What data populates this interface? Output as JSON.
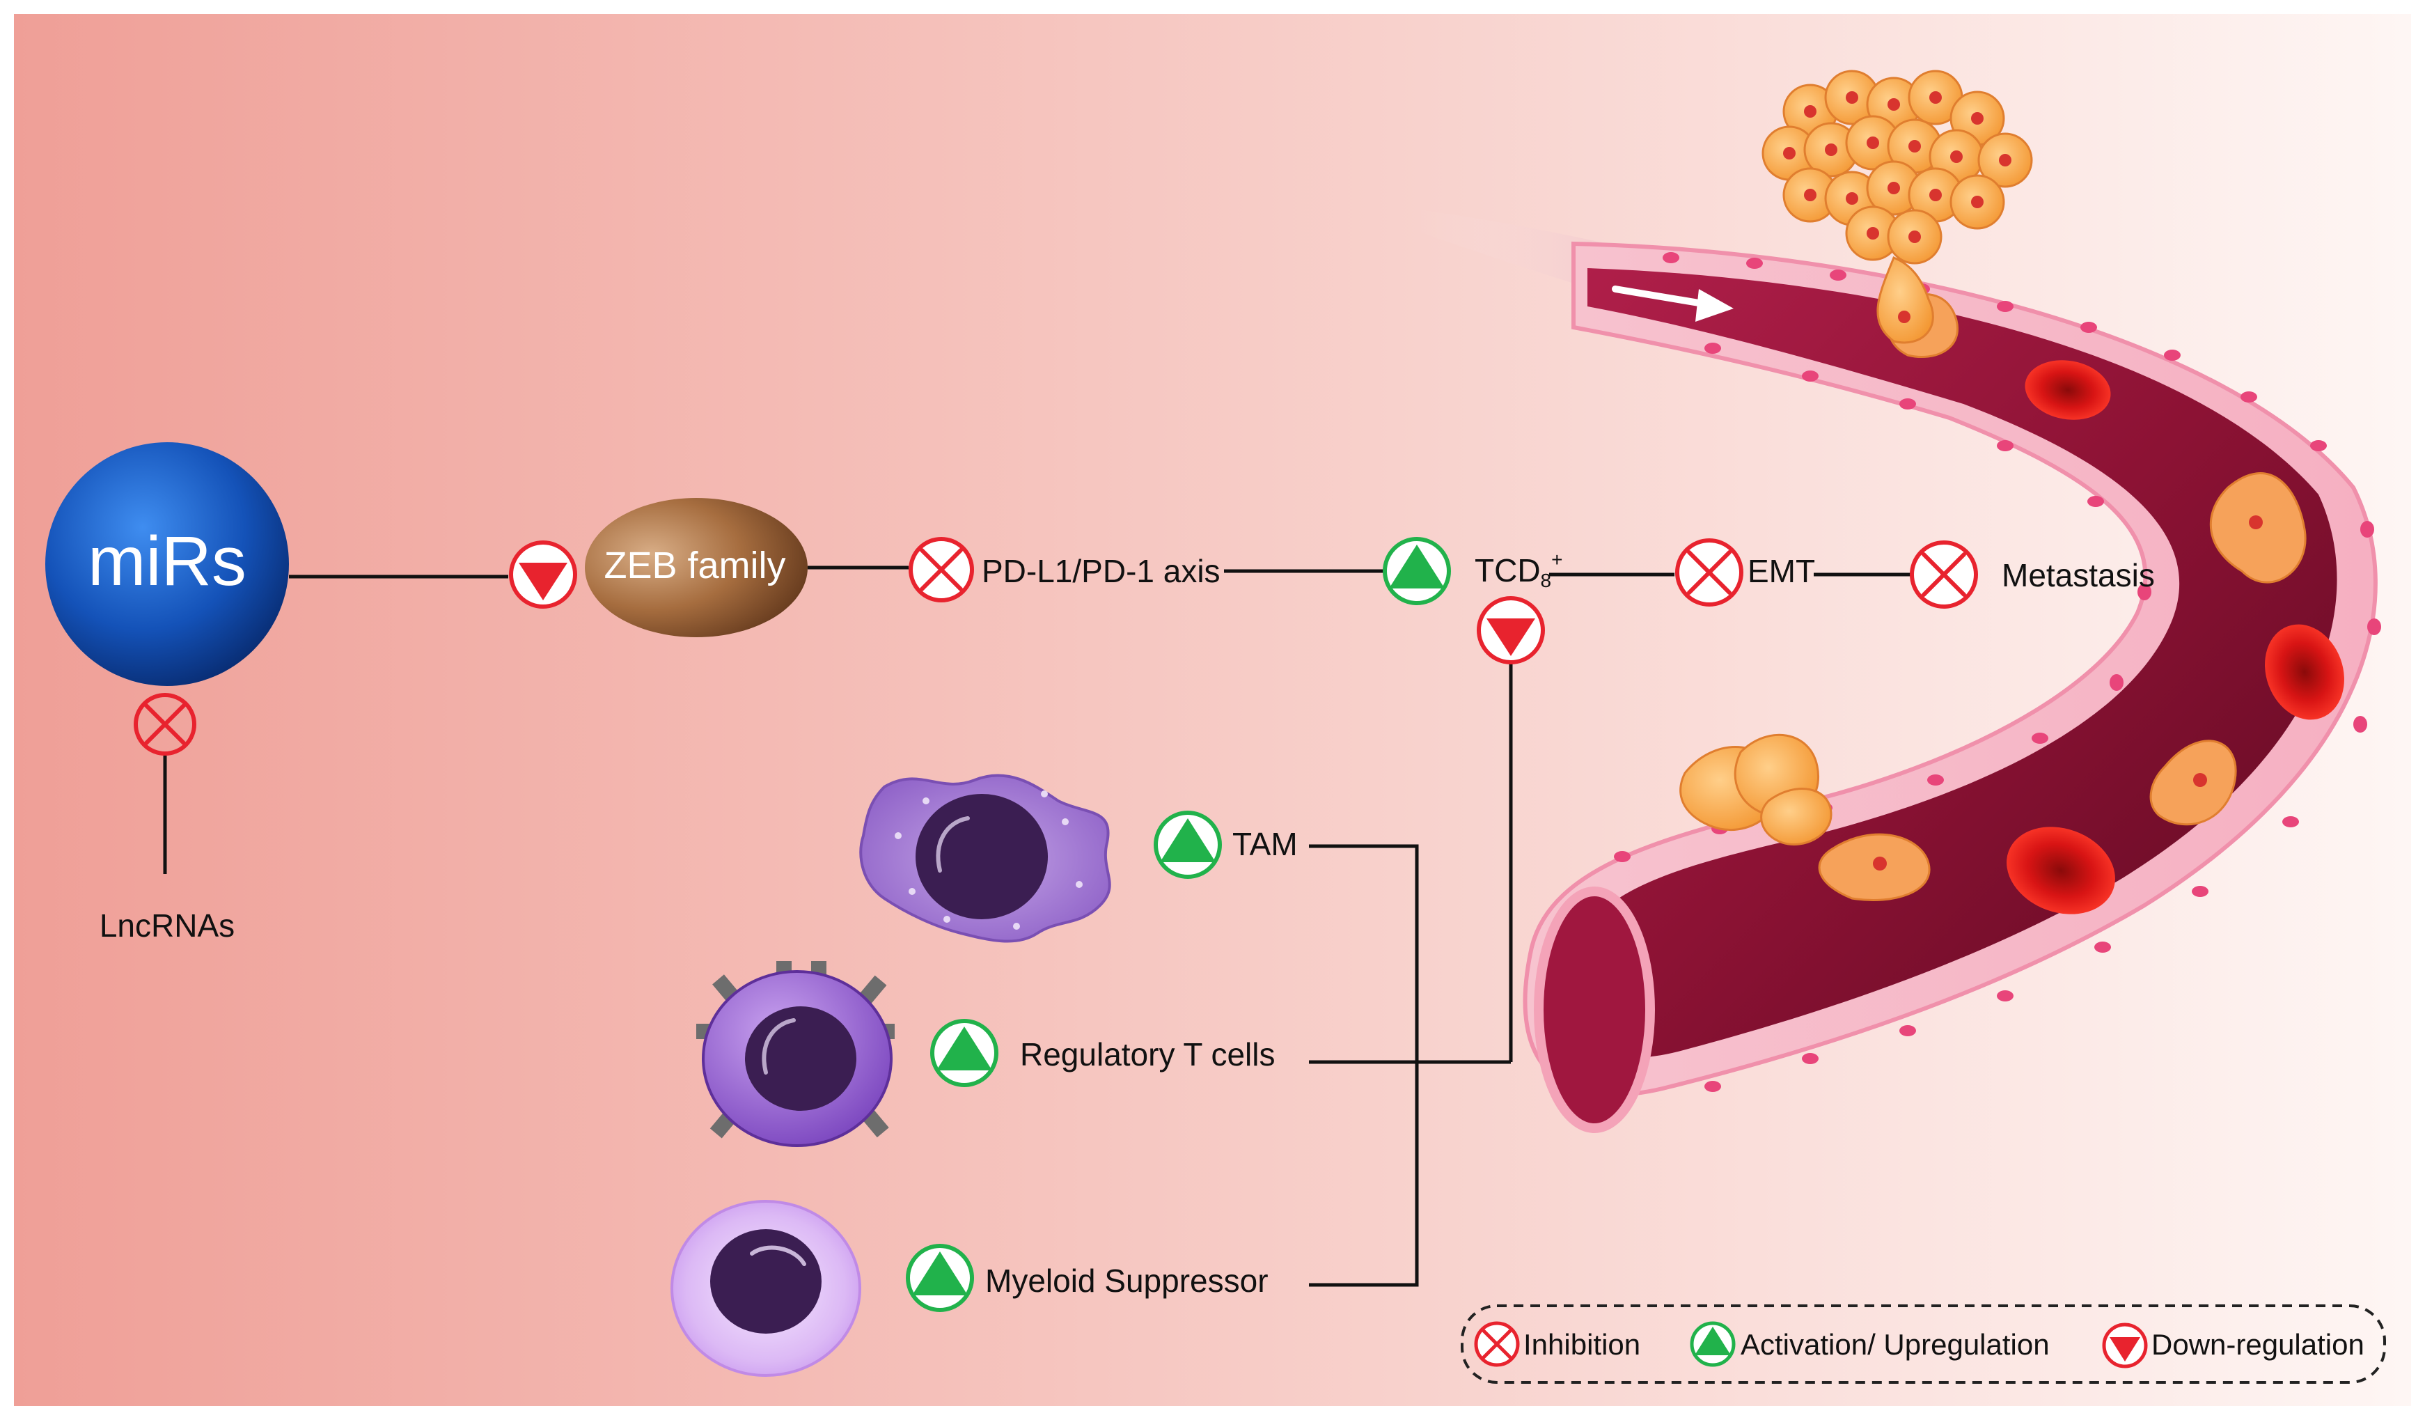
{
  "nodes": {
    "mirs": "miRs",
    "lncrnas": "LncRNAs",
    "zeb": "ZEB family",
    "pdl1": "PD-L1/PD-1 axis",
    "tcd8": "TCD",
    "tcd8_sub": "8",
    "tcd8_sup": "+",
    "emt": "EMT",
    "metastasis": "Metastasis",
    "tam": "TAM",
    "treg": "Regulatory T cells",
    "myeloid": "Myeloid Suppressor"
  },
  "legend": {
    "inhibition": "Inhibition",
    "activation": "Activation/ Upregulation",
    "downregulation": "Down-regulation"
  },
  "colors": {
    "inhibition": "#e8232e",
    "activation": "#21b24b",
    "downregulation": "#e8232e",
    "vessel": "#8c1234",
    "background_left": "#ef9f97",
    "background_right": "#fdf3f1"
  },
  "icons": {
    "inhibition": "circle-x-icon",
    "activation": "up-triangle-icon",
    "downregulation": "down-triangle-icon"
  }
}
